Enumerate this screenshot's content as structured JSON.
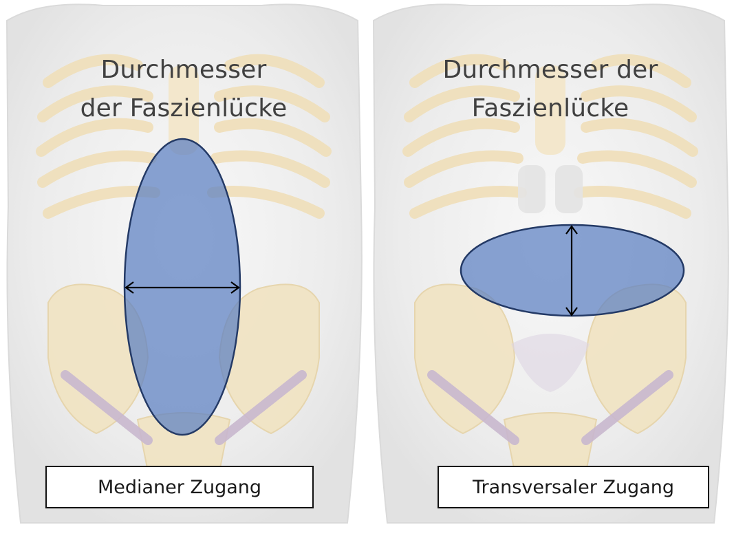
{
  "colors": {
    "opening_fill": "#5b80c2",
    "opening_stroke": "#243a66",
    "bone": "#f1e4c4",
    "torso": "#ececec",
    "arrow": "#000000"
  },
  "panels": [
    {
      "title_line1": "Durchmesser",
      "title_line2": "der Faszienlücke",
      "label": "Medianer Zugang"
    },
    {
      "title_line1": "Durchmesser der",
      "title_line2": "Faszienlücke",
      "label": "Transversaler Zugang"
    }
  ]
}
